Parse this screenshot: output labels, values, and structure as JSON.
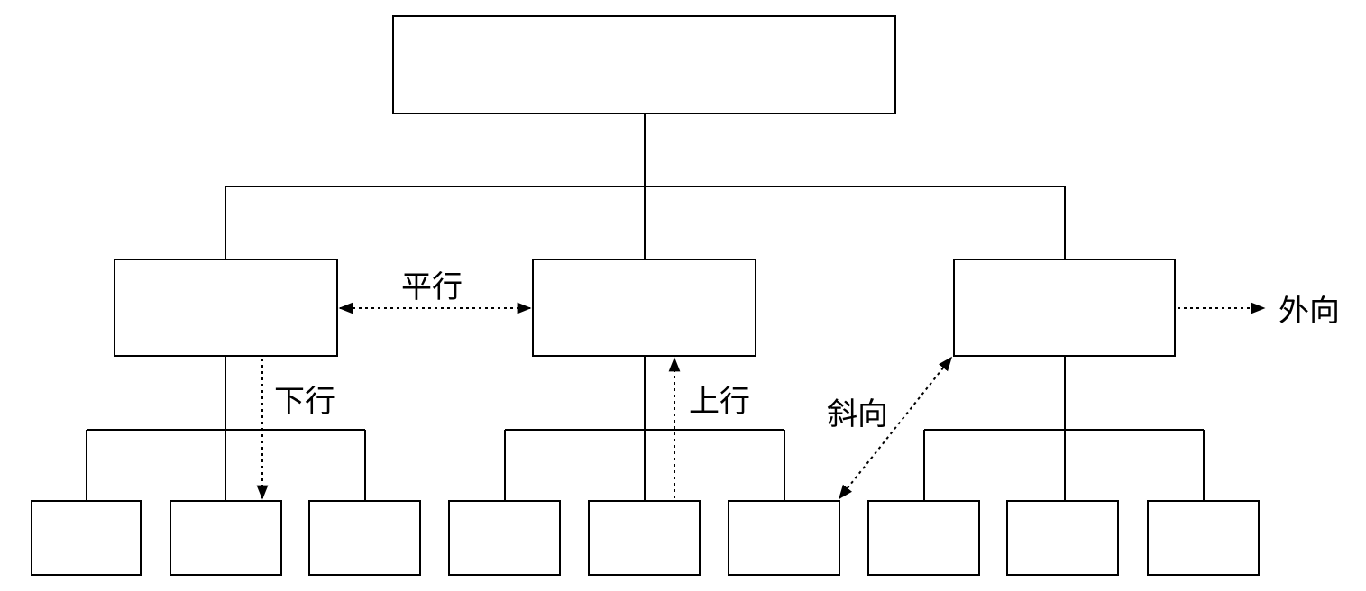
{
  "diagram": {
    "type": "organization-hierarchy",
    "levels": [
      1,
      3,
      9
    ],
    "communication_labels": {
      "horizontal": "平行",
      "downward": "下行",
      "upward": "上行",
      "diagonal": "斜向",
      "external": "外向"
    }
  }
}
